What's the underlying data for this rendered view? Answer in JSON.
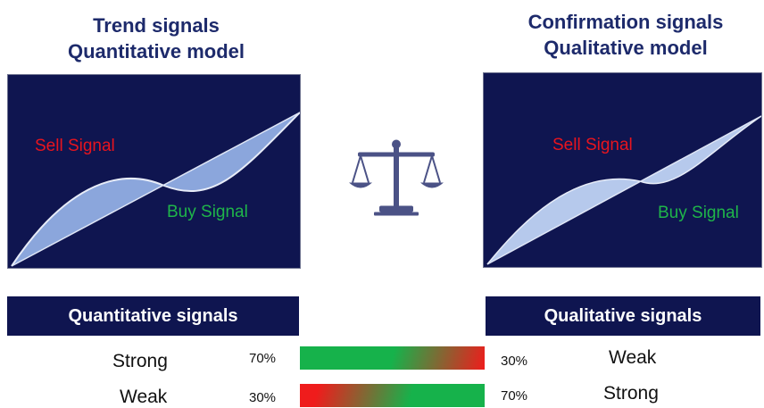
{
  "left": {
    "title_line1": "Trend signals",
    "title_line2": "Quantitative model",
    "sell_label": "Sell Signal",
    "buy_label": "Buy Signal"
  },
  "right": {
    "title_line1": "Confirmation signals",
    "title_line2": "Qualitative model",
    "sell_label": "Sell Signal",
    "buy_label": "Buy Signal"
  },
  "headers": {
    "left": "Quantitative signals",
    "right": "Qualitative signals"
  },
  "rows": [
    {
      "left_label": "Strong",
      "left_pct": "70%",
      "right_pct": "30%",
      "right_label": "Weak",
      "green_fraction": 0.7,
      "direction": "green-to-red"
    },
    {
      "left_label": "Weak",
      "left_pct": "30%",
      "right_pct": "70%",
      "right_label": "Strong",
      "green_fraction": 0.7,
      "direction": "red-to-green"
    }
  ],
  "colors": {
    "panel_bg": "#0f1550",
    "sell": "#e8141e",
    "buy": "#1fb54a",
    "title": "#1d2a6b",
    "icon": "#4b5286",
    "bar_green": "#16b24b",
    "bar_red": "#ef1c1c",
    "fill_left": "#8ba6dc",
    "fill_right": "#b6c9ec"
  },
  "icon_name": "balance-scale-icon"
}
